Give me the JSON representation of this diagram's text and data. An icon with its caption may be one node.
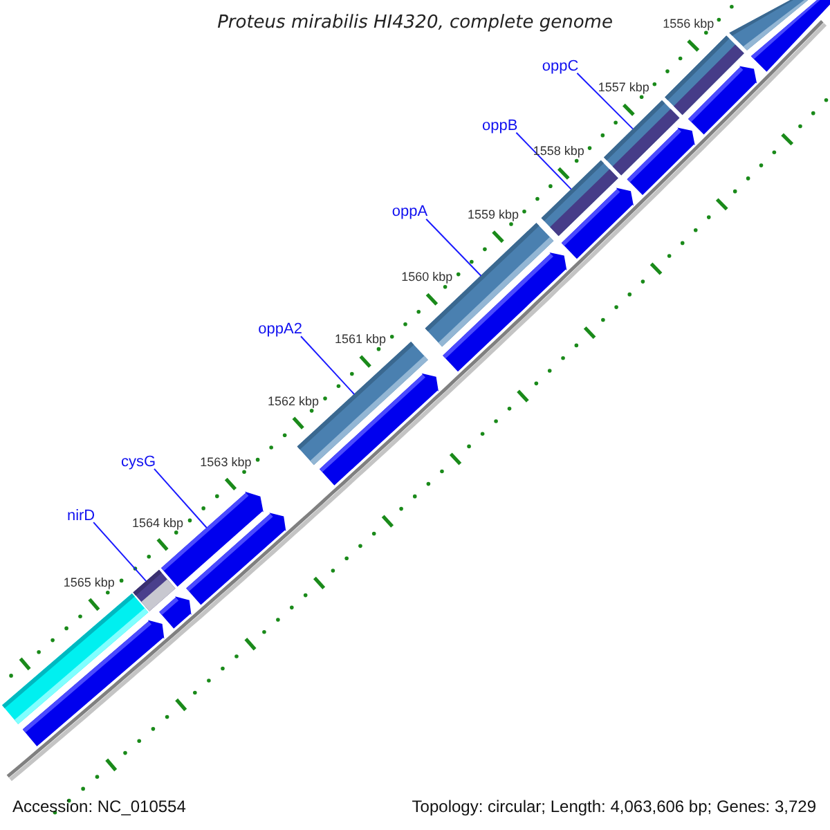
{
  "diagram": {
    "title": "Proteus mirabilis HI4320, complete genome",
    "nodes": [
      {
        "text": [
          "oppC"
        ]
      },
      {
        "text": [
          "oppB"
        ]
      },
      {
        "text": [
          "oppA"
        ]
      },
      {
        "text": [
          "oppA2"
        ]
      },
      {
        "text": [
          "cysG"
        ]
      },
      {
        "text": [
          "nirD"
        ]
      },
      {
        "text": [],
        "shape": "bar"
      },
      {
        "text": [],
        "shape": "bar"
      },
      {
        "text": [],
        "shape": "bar"
      },
      {
        "text": [],
        "shape": "bar"
      },
      {
        "text": [],
        "shape": "bar"
      },
      {
        "text": [],
        "shape": "bar"
      },
      {
        "text": [],
        "shape": "bar"
      },
      {
        "text": [],
        "shape": "bar"
      },
      {
        "text": [],
        "shape": "bar"
      }
    ],
    "edges": [
      {
        "from": 0,
        "to": 8,
        "arrow": "none"
      },
      {
        "from": 1,
        "to": 9,
        "arrow": "none"
      },
      {
        "from": 2,
        "to": 10,
        "arrow": "none"
      },
      {
        "from": 3,
        "to": 11,
        "arrow": "none"
      },
      {
        "from": 4,
        "to": 12,
        "arrow": "none"
      },
      {
        "from": 5,
        "to": 13,
        "arrow": "none"
      }
    ],
    "labels": [
      "1556 kbp",
      "1557 kbp",
      "1558 kbp",
      "1559 kbp",
      "1560 kbp",
      "1561 kbp",
      "1562 kbp",
      "1563 kbp",
      "1564 kbp",
      "1565 kbp",
      "Accession: NC_010554",
      "Topology: circular; Length: 4,063,606 bp; Genes: 3,729"
    ]
  }
}
